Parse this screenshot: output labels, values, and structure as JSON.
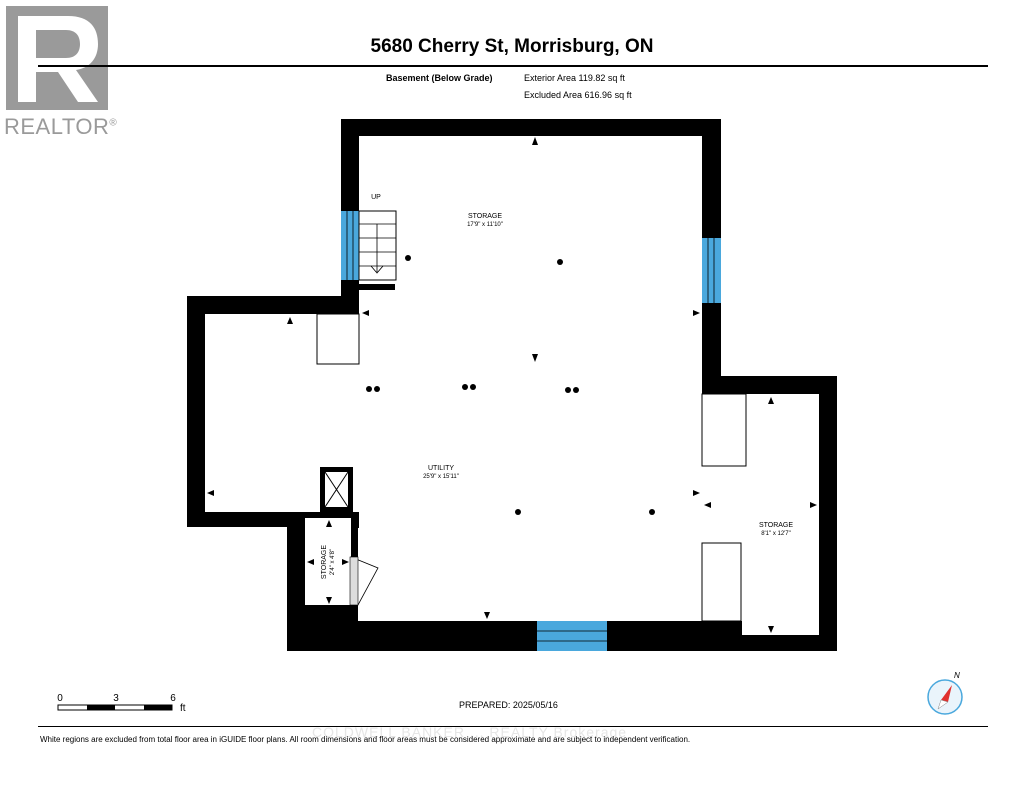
{
  "brand": {
    "logo_letter": "R",
    "logo_text": "REALTOR",
    "registered": "®",
    "logo_color": "#9a9a9a"
  },
  "header": {
    "address": "5680 Cherry St, Morrisburg, ON",
    "floor": "Basement (Below Grade)",
    "exterior_area": "Exterior Area 119.82 sq ft",
    "excluded_area": "Excluded Area 616.96 sq ft"
  },
  "rooms": [
    {
      "name": "STORAGE",
      "dims": "17'9\" x 11'10\""
    },
    {
      "name": "UTILITY",
      "dims": "25'9\" x 15'11\""
    },
    {
      "name": "STORAGE",
      "dims": "8'1\" x 12'7\""
    },
    {
      "name": "STORAGE",
      "dims": "2'4\" x 4'8\""
    }
  ],
  "stairs_label": "UP",
  "scale": {
    "ticks": [
      "0",
      "3",
      "6"
    ],
    "unit": "ft"
  },
  "compass_label": "N",
  "prepared": "PREPARED: 2025/05/16",
  "disclaimer": "White regions are excluded from total floor area in iGUIDE floor plans. All room dimensions and floor areas must be considered approximate and are subject to independent verification.",
  "watermark": "COLDWELL BANKER ... REALTY Brokerage",
  "colors": {
    "wall": "#000000",
    "window": "#4aa8dd",
    "compass": "#e0312f"
  }
}
